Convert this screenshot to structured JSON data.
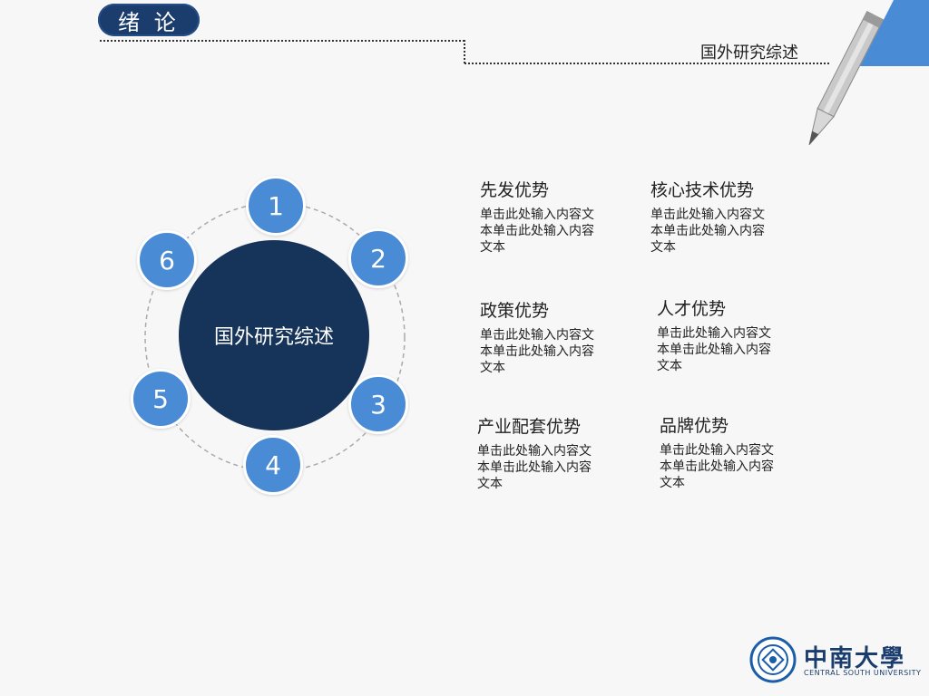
{
  "header": {
    "section_label": "绪 论",
    "title": "国外研究综述"
  },
  "diagram": {
    "center_label": "国外研究综述",
    "nodes": [
      "1",
      "2",
      "3",
      "4",
      "5",
      "6"
    ]
  },
  "cards": [
    {
      "title": "先发优势",
      "body": "单击此处输入内容文本单击此处输入内容文本"
    },
    {
      "title": "核心技术优势",
      "body": "单击此处输入内容文本单击此处输入内容文本"
    },
    {
      "title": "政策优势",
      "body": "单击此处输入内容文本单击此处输入内容文本"
    },
    {
      "title": "人才优势",
      "body": "单击此处输入内容文本单击此处输入内容文本"
    },
    {
      "title": "产业配套优势",
      "body": "单击此处输入内容文本单击此处输入内容文本"
    },
    {
      "title": "品牌优势",
      "body": "单击此处输入内容文本单击此处输入内容文本"
    }
  ],
  "logo": {
    "name": "中南大學",
    "subtitle": "CENTRAL SOUTH UNIVERSITY",
    "seal_icon": "university-seal-icon"
  },
  "colors": {
    "navy": "#163359",
    "accent_blue": "#4a8bd6",
    "badge": "#1a3d6e"
  }
}
